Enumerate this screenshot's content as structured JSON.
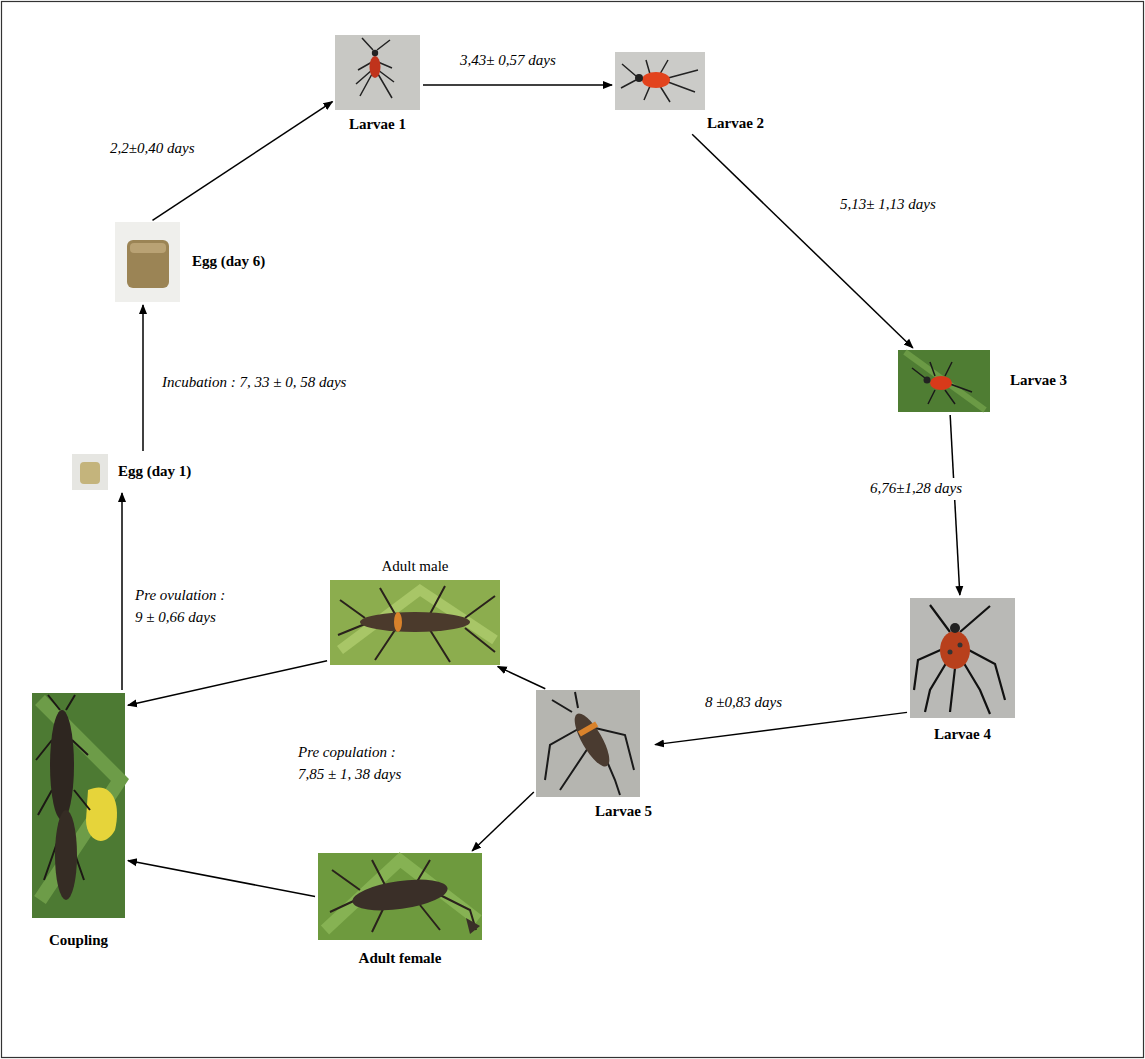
{
  "diagram": {
    "nodes": [
      {
        "text": [
          "Larvae 1"
        ]
      },
      {
        "text": [
          "Larvae 2"
        ]
      },
      {
        "text": [
          "Egg (day 6)"
        ]
      },
      {
        "text": [
          "Larvae 3"
        ]
      },
      {
        "text": [
          "Egg (day 1)"
        ]
      },
      {
        "text": [
          "Adult male"
        ]
      },
      {
        "text": [
          "Larvae 4"
        ]
      },
      {
        "text": [
          "Larvae 5"
        ]
      },
      {
        "text": [
          "Coupling"
        ]
      },
      {
        "text": [
          "Adult female"
        ]
      }
    ],
    "edges": [
      {
        "from": 4,
        "to": 2,
        "label": "Incubation : 7, 33 ± 0, 58 days",
        "arrow": "to"
      },
      {
        "from": 2,
        "to": 0,
        "label": "2,2±0,40 days",
        "arrow": "to"
      },
      {
        "from": 0,
        "to": 1,
        "label": "3,43± 0,57 days",
        "arrow": "to"
      },
      {
        "from": 1,
        "to": 3,
        "label": "5,13± 1,13 days",
        "arrow": "to"
      },
      {
        "from": 3,
        "to": 6,
        "label": "6,76±1,28 days",
        "arrow": "to"
      },
      {
        "from": 6,
        "to": 7,
        "label": "8 ±0,83 days",
        "arrow": "to"
      },
      {
        "from": 7,
        "to": 5,
        "arrow": "to"
      },
      {
        "from": 7,
        "to": 9,
        "arrow": "to"
      },
      {
        "from": 5,
        "to": 8,
        "arrow": "to"
      },
      {
        "from": 9,
        "to": 8,
        "arrow": "to"
      },
      {
        "from": 8,
        "to": 4,
        "label": "Pre ovulation : 9 ± 0,66 days",
        "arrow": "to"
      }
    ],
    "labels": [
      "Pre copulation : 7,85 ± 1, 38 days"
    ]
  }
}
